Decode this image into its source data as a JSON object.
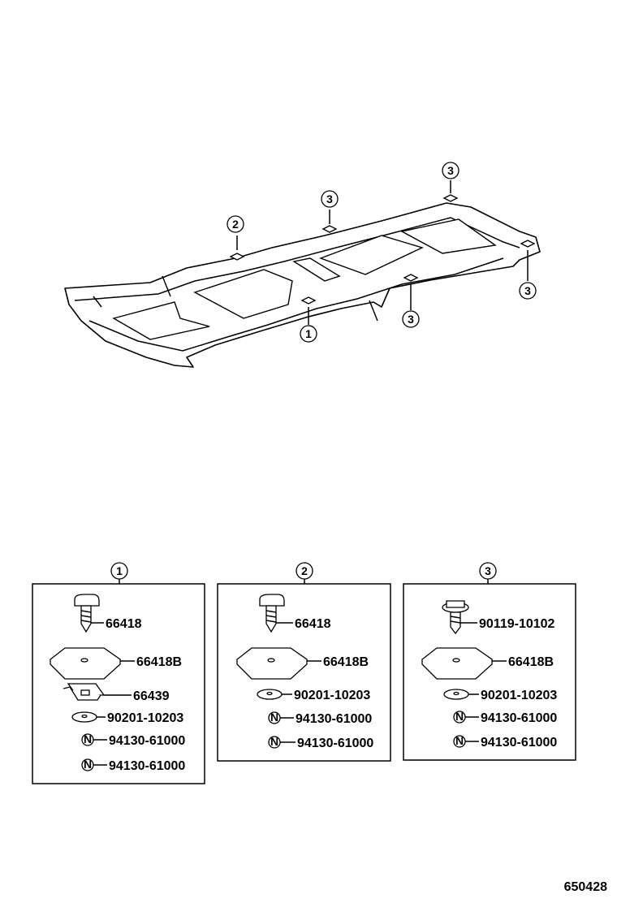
{
  "frame_callouts": [
    {
      "id": "1",
      "label": "1"
    },
    {
      "id": "2",
      "label": "2"
    },
    {
      "id": "3a",
      "label": "3"
    },
    {
      "id": "3b",
      "label": "3"
    },
    {
      "id": "3c",
      "label": "3"
    },
    {
      "id": "3d",
      "label": "3"
    }
  ],
  "groups": [
    {
      "label": "1",
      "parts": [
        "66418",
        "66418B",
        "66439",
        "90201-10203",
        "94130-61000",
        "94130-61000"
      ]
    },
    {
      "label": "2",
      "parts": [
        "66418",
        "66418B",
        "90201-10203",
        "94130-61000",
        "94130-61000"
      ]
    },
    {
      "label": "3",
      "parts": [
        "90119-10102",
        "66418B",
        "90201-10203",
        "94130-61000",
        "94130-61000"
      ]
    }
  ],
  "n_symbol": "N",
  "diagram_id": "650428"
}
